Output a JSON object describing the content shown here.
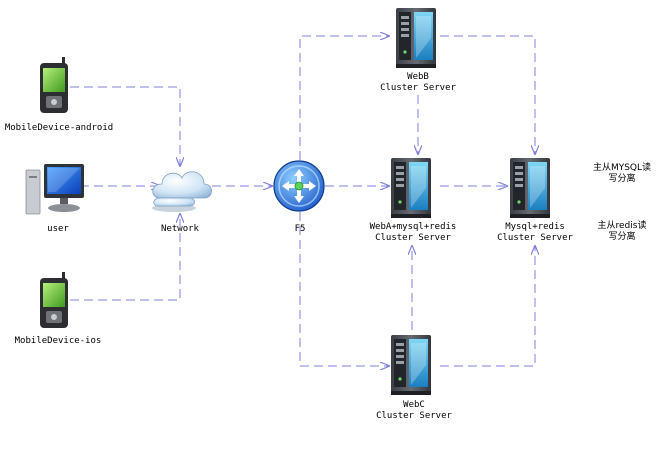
{
  "nodes": {
    "mobile_android": {
      "label": "MobileDevice-android"
    },
    "user": {
      "label": "user"
    },
    "mobile_ios": {
      "label": "MobileDevice-ios"
    },
    "network": {
      "label": "Network"
    },
    "f5": {
      "label": "F5"
    },
    "webb": {
      "label_line1": "WebB",
      "label_line2": "Cluster Server"
    },
    "weba": {
      "label_line1": "WebA+mysql+redis",
      "label_line2": "Cluster Server"
    },
    "webc": {
      "label_line1": "WebC",
      "label_line2": "Cluster Server"
    },
    "mysql": {
      "label_line1": "Mysql+redis",
      "label_line2": "Cluster Server"
    }
  },
  "notes": {
    "mysql_rw_line1": "主从MYSQL读",
    "mysql_rw_line2": "写分离",
    "redis_rw_line1": "主从redis读",
    "redis_rw_line2": "写分离"
  },
  "colors": {
    "connector": "#8080d8",
    "server_body": "#4a4f57",
    "server_panel": "#2fa6d8",
    "screen": "#1f66d8",
    "phone_screen": "#6cc23a"
  },
  "icons": [
    "phone-icon",
    "computer-icon",
    "cloud-icon",
    "load-balancer-icon",
    "server-icon"
  ]
}
